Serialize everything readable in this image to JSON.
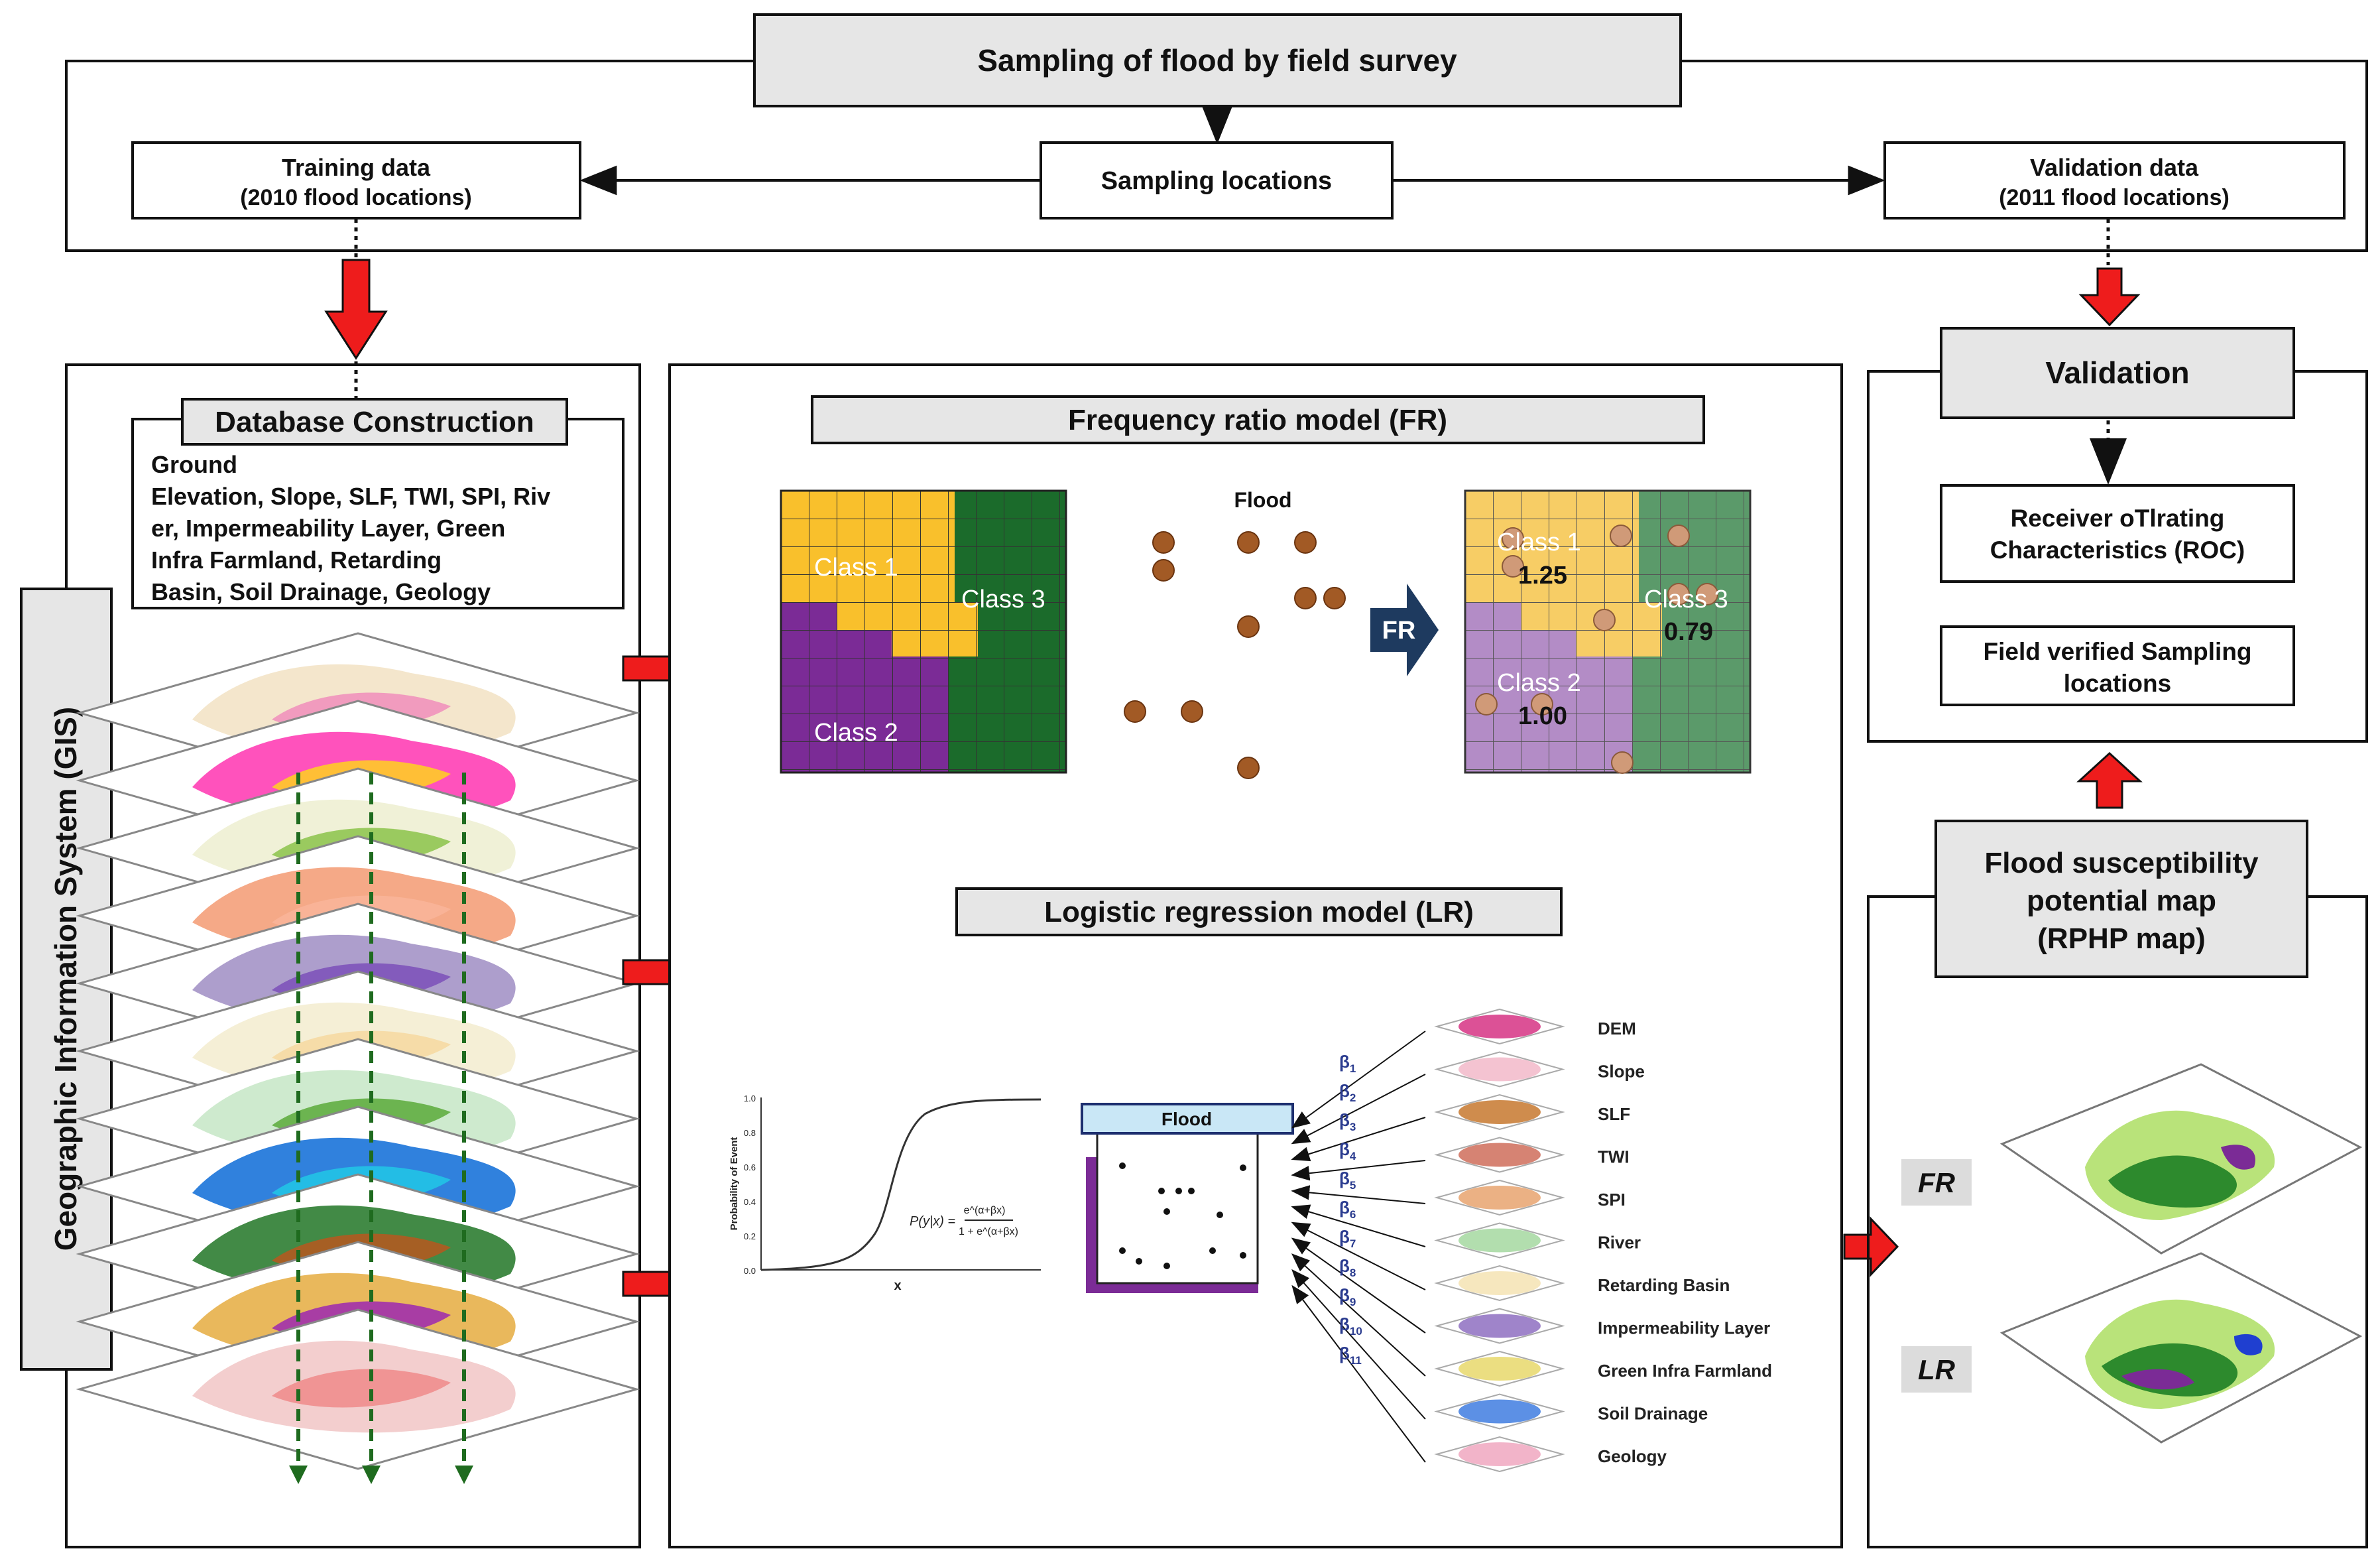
{
  "top": {
    "title": "Sampling of flood by  field survey",
    "training": [
      "Training data",
      "(2010 flood locations)"
    ],
    "sampling": "Sampling locations",
    "validation_data": [
      "Validation data",
      "(2011 flood locations)"
    ]
  },
  "gis": {
    "side_label": "Geographic Information System (GIS)",
    "db_title": "Database Construction",
    "db_text": [
      "Ground",
      "Elevation, Slope, SLF, TWI, SPI, Riv",
      "er, Impermeability Layer, Green",
      "Infra Farmland, Retarding",
      "Basin, Soil Drainage, Geology"
    ]
  },
  "fr": {
    "title": "Frequency ratio model (FR)",
    "class1": "Class 1",
    "class2": "Class 2",
    "class3": "Class 3",
    "flood_label": "Flood",
    "arrow_label": "FR",
    "value1": "1.25",
    "value2": "1.00",
    "value3": "0.79"
  },
  "lr": {
    "title": "Logistic regression model (LR)",
    "y_axis_label": "Probability of Event",
    "x_axis_label": "x",
    "y_ticks": [
      "1.0",
      "0.8",
      "0.6",
      "0.4",
      "0.2",
      "0.0"
    ],
    "formula_lhs": "P(y|x) =",
    "formula_num": "e^(α+βx)",
    "formula_den": "1 + e^(α+βx)",
    "flood_box": "Flood",
    "betas": [
      "β1",
      "β2",
      "β3",
      "β4",
      "β5",
      "β6",
      "β7",
      "β8",
      "β9",
      "β10",
      "β11"
    ],
    "layers": [
      "DEM",
      "Slope",
      "SLF",
      "TWI",
      "SPI",
      "River",
      "Retarding Basin",
      "Impermeability Layer",
      "Green Infra Farmland",
      "Soil Drainage",
      "Geology"
    ]
  },
  "validation": {
    "title": "Validation",
    "roc": [
      "Receiver oTlrating",
      "Characteristics (ROC)"
    ],
    "field": [
      "Field verified Sampling",
      "locations"
    ]
  },
  "map": {
    "title": [
      "Flood susceptibility",
      "potential map",
      "(RPHP map)"
    ],
    "fr_tag": "FR",
    "lr_tag": "LR"
  },
  "colors": {
    "arrow_red": "#ee1c1c",
    "yellow": "#f9c02c",
    "purple": "#7b2b96",
    "green": "#1b6b2b",
    "brown": "#a25a25",
    "navy": "#1e3a5f",
    "dashed_green": "#1f6b1f"
  }
}
